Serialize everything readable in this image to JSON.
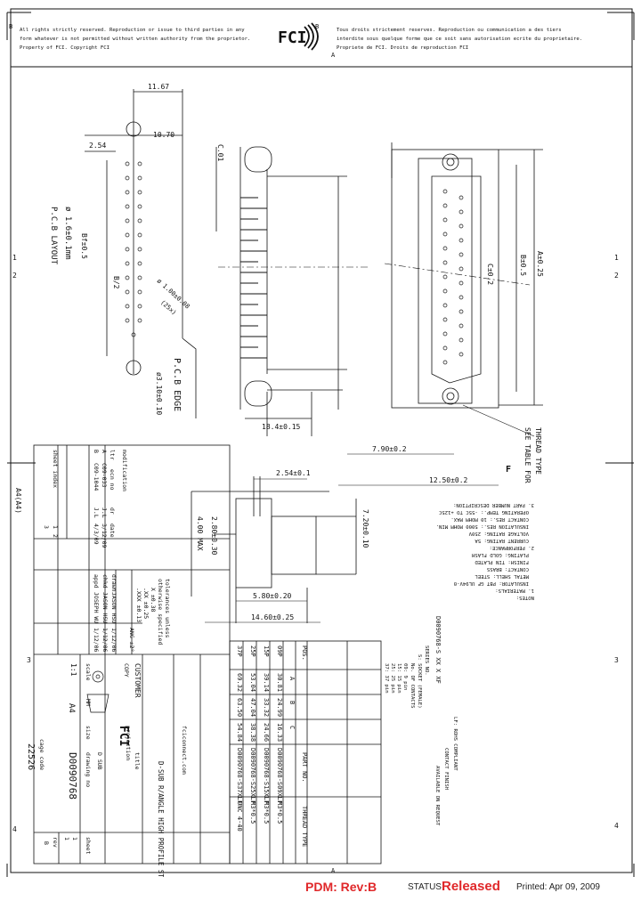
{
  "header": {
    "left_lines": [
      "All rights strictly reserved. Reproduction or issue to third parties in any",
      "form whatever is not permitted without written authority from the proprietor.",
      "Property of FCI. Copyright FCI"
    ],
    "right_lines": [
      "Tous droits strictement reserves. Reproduction ou communication a des tiers",
      "interdite sous quelque forme que ce soit sans autorisation ecrite du proprietaire.",
      "Propriete de FCI. Droits de reproduction FCI"
    ],
    "logo": "FCI"
  },
  "border": {
    "top_marks": [
      "B",
      "A"
    ],
    "bottom_marks": [
      "B",
      "A"
    ],
    "side_numbers": [
      "1",
      "2",
      "3",
      "4"
    ],
    "format_tag": "A4(A4)"
  },
  "dims": {
    "top_width": "11.67",
    "pitch_width": "10.70",
    "pitch": "2.54",
    "cl": "C.01",
    "pcb_layout": "P.C.B LAYOUT",
    "pcb_tol": "ø 1.6±0.1mm",
    "bf": "Bf±0.5",
    "holes": "ø 1.00±0.08",
    "holes_count": "(25x)",
    "hole_big": "ø3.10±0.10",
    "pcb_edge": "P.C.B EDGE",
    "b_half": "B/2",
    "dim_a": "A±0.25",
    "dim_b": "B±0.5",
    "clc": "C±0.2",
    "dim_184": "18.4±0.15",
    "dim_790": "7.90±0.2",
    "dim_1250": "12.50±0.2",
    "see_table": "SEE TABLE FOR",
    "thread": "THREAD TYPE",
    "dim_254": "2.54±0.1",
    "dim_720": "7.20±0.10",
    "dim_280": "2.80±0.30",
    "dim_400": "4.00 MAX",
    "dim_580": "5.80±0.20",
    "dim_1460": "14.60±0.25",
    "flag": "F"
  },
  "notes": {
    "title": "NOTES:",
    "lines": [
      "1. MATERIALS:",
      "INSULATOR: PBT GF UL94V-0",
      "METAL SHELL: STEEL",
      "CONTACT: BRASS",
      "FINISH: TIN PLATED",
      "PLATING: GOLD FLASH",
      "2. PERFORMANCE:",
      "CURRENT RATING: 5A",
      "VOLTAGE RATING: 250V",
      "INSULATION RES.: 5000 MOHM MIN.",
      "CONTACT RES.: 10 MOHM MAX.",
      "OPERATING TEMP.: -55C TO +125C",
      "3. PART NUMBER DESCRIPTION:"
    ],
    "pn_code": "D0090768-S XX X XF",
    "pn_items": [
      "SERIES NO.",
      "S: SOCKET (FEMALE)",
      "No. OF CONTACTS",
      "09: 9 pin",
      "15: 15 pin",
      "25: 25 pin",
      "37: 37 pin",
      "LF: ROHS COMPLIANT",
      "CONTACT FINISH",
      "AVAILABLE ON REQUEST"
    ]
  },
  "table": {
    "headers": [
      "POS.",
      "A",
      "B",
      "C",
      "PART NO.",
      "THREAD TYPE"
    ],
    "rows": [
      [
        "09P",
        "30.81",
        "24.99",
        "16.33",
        "D0090768-S09XLF",
        "M3*0.5"
      ],
      [
        "15P",
        "39.14",
        "33.32",
        "24.66",
        "D0090768-S15XLF",
        "M3*0.5"
      ],
      [
        "25P",
        "53.04",
        "47.04",
        "38.38",
        "D0090768-S25XLF",
        "M3*0.5"
      ],
      [
        "37P",
        "69.32",
        "63.50",
        "54.84",
        "D0090768-S37XLF",
        "UNC 4-40"
      ]
    ]
  },
  "title_block": {
    "customer": "CUSTOMER",
    "copy": "COPY",
    "projection": "projection",
    "title_label": "title",
    "title": "D-SUB R/ANGLE HIGH PROFILE STYLE",
    "scale_label": "scale",
    "scale": "1:1",
    "units": "MM",
    "size_label": "size",
    "size": "A4",
    "drawing_no_label": "drawing no",
    "drawing_no": "D0090768",
    "product_family": "D SUB",
    "sheet_label": "sheet",
    "sheet": "1",
    "of": "1",
    "rev_label": "rev",
    "rev": "B",
    "cage_label": "cage code",
    "cage": "22526",
    "website": "fciconnect.com",
    "tolerances": [
      "tolerances unless",
      "otherwise specified",
      "X ±0.38",
      ".XX ±0.25",
      ".XXX ±0.13",
      "ANG ±2°"
    ],
    "approvals": [
      {
        "role": "drawn",
        "name": "JASON HSU",
        "date": "1/12/06"
      },
      {
        "role": "chkd",
        "name": "JASON HSU",
        "date": "1/12/06"
      },
      {
        "role": "appd",
        "name": "JOSEPH WU",
        "date": "1/12/06"
      }
    ],
    "revisions": [
      {
        "ltr": "A",
        "ecn": "C09-033",
        "by": "J.L",
        "date": "3/12/09"
      },
      {
        "ltr": "B",
        "ecn": "C09-1044",
        "by": "J.L",
        "date": "4/3/09"
      }
    ],
    "rev_headers": [
      "ltr",
      "ecn no",
      "dr",
      "date"
    ],
    "history_label": "modification",
    "sheet_index": "sheet index",
    "sheet_nos": [
      "1",
      "2",
      "3"
    ]
  },
  "footer": {
    "pdm": "PDM: Rev:B",
    "status_label": "STATUS",
    "status": "Released",
    "printed": "Printed: Apr 09, 2009"
  }
}
